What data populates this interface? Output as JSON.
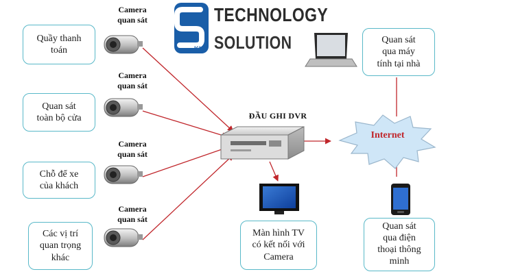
{
  "logo": {
    "line1": "TECHNOLOGY",
    "line2": "SOLUTION",
    "sky": "KY"
  },
  "cameras": [
    {
      "label": "Camera\nquan sát",
      "zone": "Quầy thanh\ntoán"
    },
    {
      "label": "Camera\nquan sát",
      "zone": "Quan sát\ntoàn bộ cửa"
    },
    {
      "label": "Camera\nquan sát",
      "zone": "Chỗ để xe\ncủa khách"
    },
    {
      "label": "Camera\nquan sát",
      "zone": "Các vị trí\nquan trọng\nkhác"
    }
  ],
  "dvr": {
    "label": "ĐẦU GHI DVR"
  },
  "internet": {
    "label": "Internet"
  },
  "tv": {
    "label": "Màn hình TV\ncó kết nối với\nCamera"
  },
  "pc": {
    "label": "Quan sát\nqua máy\ntính tại nhà"
  },
  "phone": {
    "label": "Quan sát\nqua điện\nthoại thông\nminh"
  },
  "colors": {
    "box_border": "#58b8c8",
    "arrow": "#c0262b",
    "internet_fill": "#cfe6f7",
    "internet_stroke": "#9ab6cc"
  }
}
